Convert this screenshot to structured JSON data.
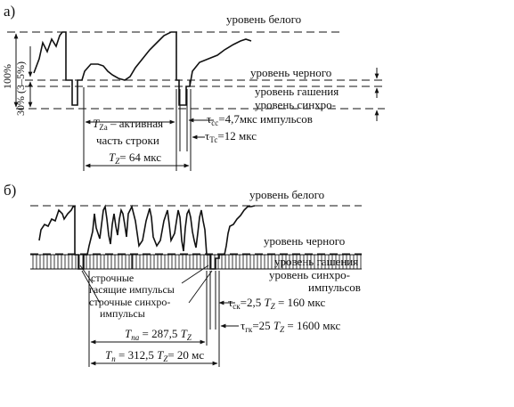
{
  "panel_a": {
    "letter": "а)",
    "level_white": "уровень белого",
    "level_black": "уровень черного",
    "level_blank": "уровень гашения",
    "level_sync": "уровень синхро-",
    "pct_100": "100%",
    "pct_30": "30% (3–5%)",
    "active_part_1": "T",
    "active_part_sub": "Zа",
    "active_part_2": " – активная",
    "active_part_3": "часть строки",
    "t_cc_1": "τ",
    "t_cc_sub": "сс",
    "t_cc_2": "=4,7мкс импульсов",
    "t_tc_1": "τ",
    "t_tc_sub": "Тс",
    "t_tc_2": "=12 мкс",
    "tz_1": "T",
    "tz_sub": "Z",
    "tz_2": "= 64 мкс"
  },
  "panel_b": {
    "letter": "б)",
    "level_white": "уровень белого",
    "level_black": "уровень черного",
    "level_blank": "уровень гашения",
    "level_sync_1": "уровень синхро-",
    "level_sync_2": "импульсов",
    "line_blank_1": "строчные",
    "line_blank_2": "гасящие импульсы",
    "line_sync_1": "строчные синхро-",
    "line_sync_2": "импульсы",
    "t_ck_1": "τ",
    "t_ck_sub": "ск",
    "t_ck_2": "=2,5 ",
    "t_ck_3": "T",
    "t_ck_sub2": "Z",
    "t_ck_4": " = 160 мкс",
    "t_gk_1": "τ",
    "t_gk_sub": "гк",
    "t_gk_2": "=25 ",
    "t_gk_3": "T",
    "t_gk_sub2": "Z",
    "t_gk_4": " = 1600 мкс",
    "tpa_1": "T",
    "tpa_sub": "па",
    "tpa_2": " = 287,5 ",
    "tpa_3": "T",
    "tpa_sub2": "Z",
    "tp_1": "T",
    "tp_sub": "п",
    "tp_2": " = 312,5 ",
    "tp_3": "T",
    "tp_sub2": "Z",
    "tp_4": "= 20 мс"
  }
}
